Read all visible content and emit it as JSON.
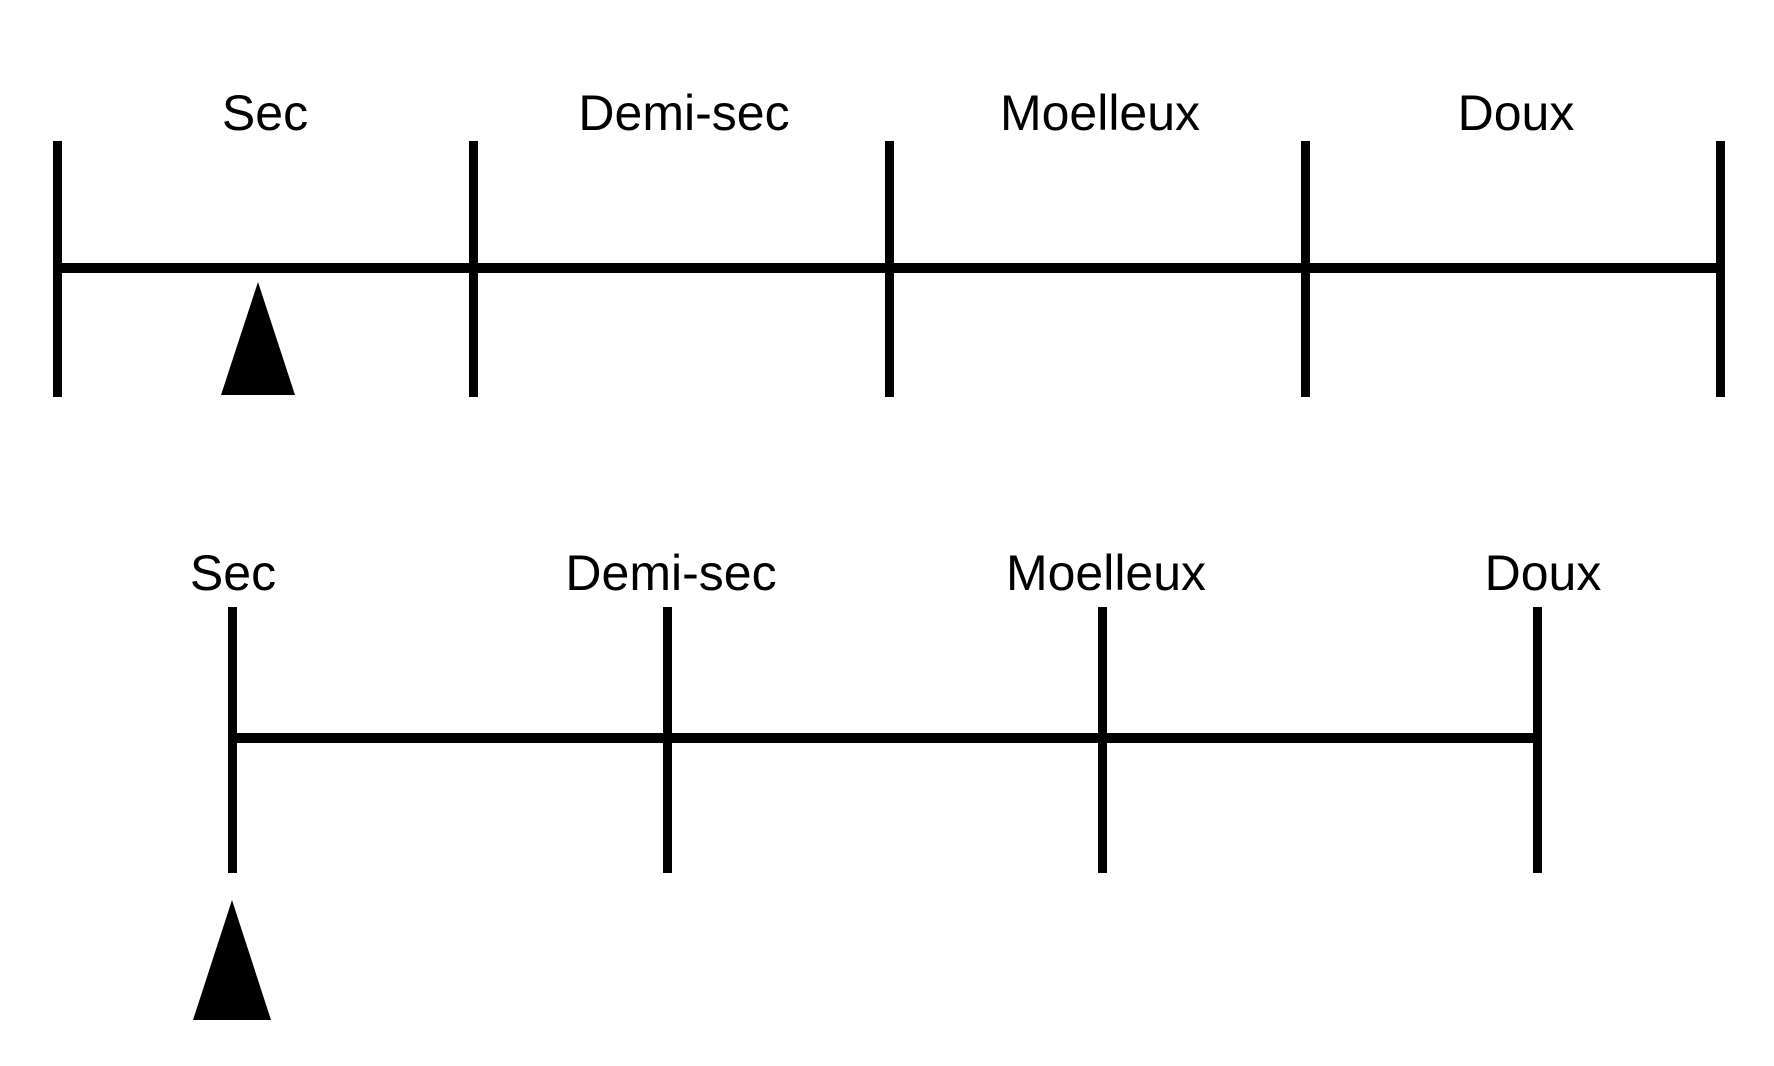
{
  "diagram": {
    "title_hint": "wine-sweetness-scales",
    "ink_color": "#000000",
    "background_color": "#ffffff",
    "scales": [
      {
        "id": "top-scale",
        "categories": [
          "Sec",
          "Demi-sec",
          "Moelleux",
          "Doux"
        ],
        "tick_count": 5,
        "label_placement": "between-ticks",
        "marker": {
          "shape": "triangle-up",
          "points_to": "Sec",
          "placement": "below-line-in-first-segment"
        }
      },
      {
        "id": "bottom-scale",
        "categories": [
          "Sec",
          "Demi-sec",
          "Moelleux",
          "Doux"
        ],
        "tick_count": 4,
        "label_placement": "above-ticks",
        "marker": {
          "shape": "triangle-up",
          "points_to": "Sec",
          "placement": "below-first-tick"
        }
      }
    ]
  }
}
